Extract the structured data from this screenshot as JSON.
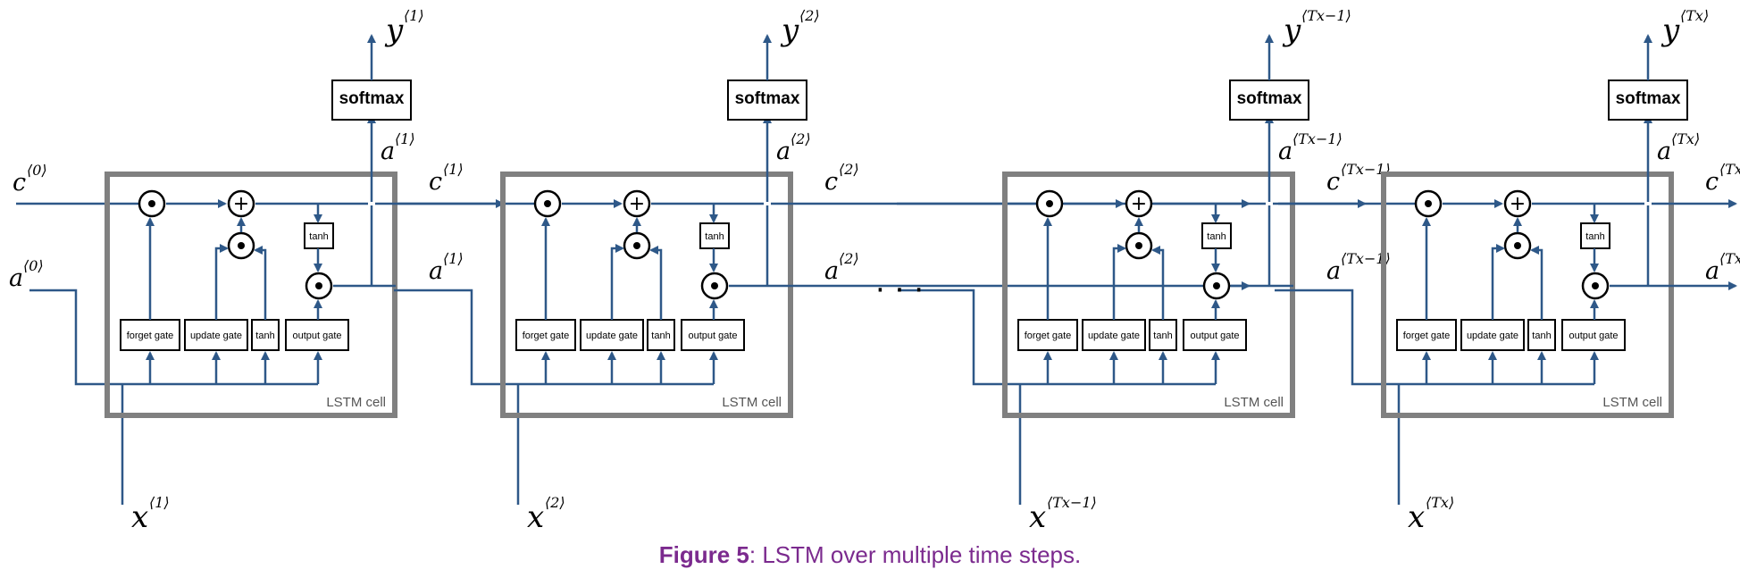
{
  "caption": {
    "label": "Figure 5",
    "text": ": LSTM over multiple time steps."
  },
  "ellipsis": "· · ·",
  "gate_labels": {
    "forget": "forget gate",
    "update": "update gate",
    "tanh": "tanh",
    "output": "output gate",
    "cell_tanh": "tanh",
    "softmax": "softmax",
    "cell": "LSTM cell"
  },
  "operators": {
    "hadamard": "•",
    "add": "+"
  },
  "cells": [
    {
      "x_in": "⟨1⟩",
      "y_out": "⟨1⟩",
      "a_prev": "⟨0⟩",
      "c_prev": "⟨0⟩",
      "a_up": "⟨1⟩",
      "c_out": "⟨1⟩",
      "a_out": "⟨1⟩"
    },
    {
      "x_in": "⟨2⟩",
      "y_out": "⟨2⟩",
      "a_prev": "",
      "c_prev": "",
      "a_up": "⟨2⟩",
      "c_out": "⟨2⟩",
      "a_out": "⟨2⟩"
    },
    {
      "x_in": "⟨Tx−1⟩",
      "y_out": "⟨Tx−1⟩",
      "a_prev": "",
      "c_prev": "",
      "a_up": "⟨Tx−1⟩",
      "c_out": "⟨Tx−1⟩",
      "a_out": "⟨Tx−1⟩"
    },
    {
      "x_in": "⟨Tx⟩",
      "y_out": "⟨Tx⟩",
      "a_prev": "",
      "c_prev": "",
      "a_up": "⟨Tx⟩",
      "c_out": "⟨Tx⟩",
      "a_out": "⟨Tx⟩"
    }
  ],
  "symbols": {
    "x": "x",
    "y": "y",
    "a": "a",
    "c": "c"
  }
}
